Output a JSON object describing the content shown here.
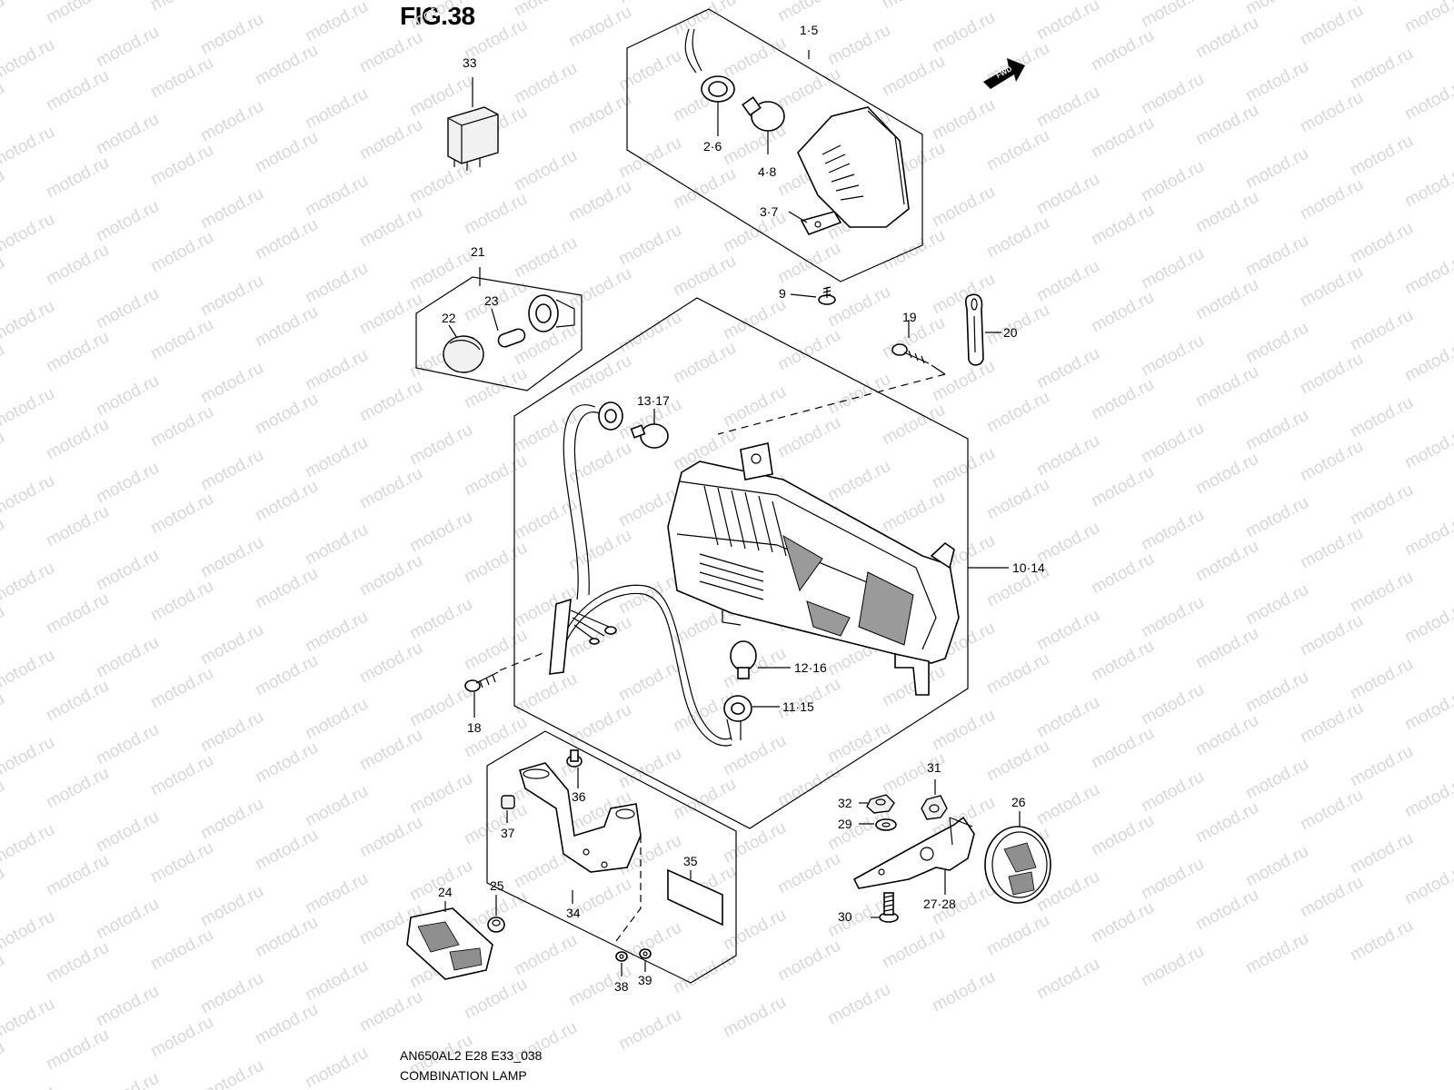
{
  "figure": {
    "title": "FIG.38",
    "code": "AN650AL2 E28 E33_038",
    "name": "COMBINATION LAMP",
    "watermark": "motod.ru",
    "fwd_label": "FWD"
  },
  "callouts": [
    {
      "id": "c-1-5",
      "label": "1·5"
    },
    {
      "id": "c-2-6",
      "label": "2·6"
    },
    {
      "id": "c-4-8",
      "label": "4·8"
    },
    {
      "id": "c-3-7",
      "label": "3·7"
    },
    {
      "id": "c-9",
      "label": "9"
    },
    {
      "id": "c-33",
      "label": "33"
    },
    {
      "id": "c-21",
      "label": "21"
    },
    {
      "id": "c-22",
      "label": "22"
    },
    {
      "id": "c-23",
      "label": "23"
    },
    {
      "id": "c-19",
      "label": "19"
    },
    {
      "id": "c-20",
      "label": "20"
    },
    {
      "id": "c-13-17",
      "label": "13·17"
    },
    {
      "id": "c-10-14",
      "label": "10·14"
    },
    {
      "id": "c-12-16",
      "label": "12·16"
    },
    {
      "id": "c-11-15",
      "label": "11·15"
    },
    {
      "id": "c-18",
      "label": "18"
    },
    {
      "id": "c-36",
      "label": "36"
    },
    {
      "id": "c-37",
      "label": "37"
    },
    {
      "id": "c-35",
      "label": "35"
    },
    {
      "id": "c-34",
      "label": "34"
    },
    {
      "id": "c-24",
      "label": "24"
    },
    {
      "id": "c-25",
      "label": "25"
    },
    {
      "id": "c-38",
      "label": "38"
    },
    {
      "id": "c-39",
      "label": "39"
    },
    {
      "id": "c-31",
      "label": "31"
    },
    {
      "id": "c-32",
      "label": "32"
    },
    {
      "id": "c-29",
      "label": "29"
    },
    {
      "id": "c-26",
      "label": "26"
    },
    {
      "id": "c-27-28",
      "label": "27·28"
    },
    {
      "id": "c-30",
      "label": "30"
    }
  ]
}
